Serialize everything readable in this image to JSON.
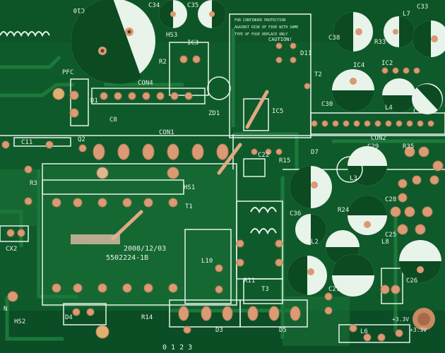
{
  "labels": {
    "c10": "C10",
    "c34": "C34",
    "c35": "C35",
    "hs3": "HS3",
    "ic3": "IC3",
    "r2": "R2",
    "con4": "CON4",
    "d1": "D1",
    "pfc": "PFC",
    "c8": "C8",
    "zd1": "ZD1",
    "ic5": "IC5",
    "con1": "CON1",
    "c11": "C11",
    "q2": "Q2",
    "r3": "R3",
    "hs1": "HS1",
    "t1": "T1",
    "c22": "C22",
    "r15": "R15",
    "d7": "D7",
    "c29": "C29",
    "c36": "C36",
    "r24": "R24",
    "l3": "L3",
    "c28": "C28",
    "l8": "L8",
    "c25": "C25",
    "cx2": "CX2",
    "hs2": "HS2",
    "d4": "D4",
    "r14": "R14",
    "d3": "D3",
    "d5": "D5",
    "l10": "L10",
    "r11": "R11",
    "t3": "T3",
    "l2": "L2",
    "c26": "C26",
    "c21": "C21",
    "c38": "C38",
    "d11": "D11",
    "t2": "T2",
    "r33": "R33",
    "l7": "L7",
    "c33": "C33",
    "ic4": "IC4",
    "ic2": "IC2",
    "c30": "C30",
    "l4": "L4",
    "c31": "C31",
    "con2": "CON2",
    "l6": "L6",
    "r35": "R35",
    "vplus": "+3.3V",
    "bottom_digits": "0 1 2 3",
    "date": "2008/12/03",
    "part_no": "5502224-1B",
    "caution_title": "CAUTION!",
    "caution_line1": "FOR CONTINUED PROTECTION",
    "caution_line2": "AGAINST RISK OF FIRE WITH SAME",
    "caution_line3": "TYPE OF FUSE REPLACE ONLY",
    "n_label": "N"
  },
  "colors": {
    "board": "#0f5a2a",
    "board_dark": "#0a4420",
    "trace": "#1c7a3c",
    "silkscreen": "#e8f3ea",
    "copper": "#d99a74",
    "copper_hole": "#6b3a22",
    "cap_dark": "#0c4a22"
  }
}
